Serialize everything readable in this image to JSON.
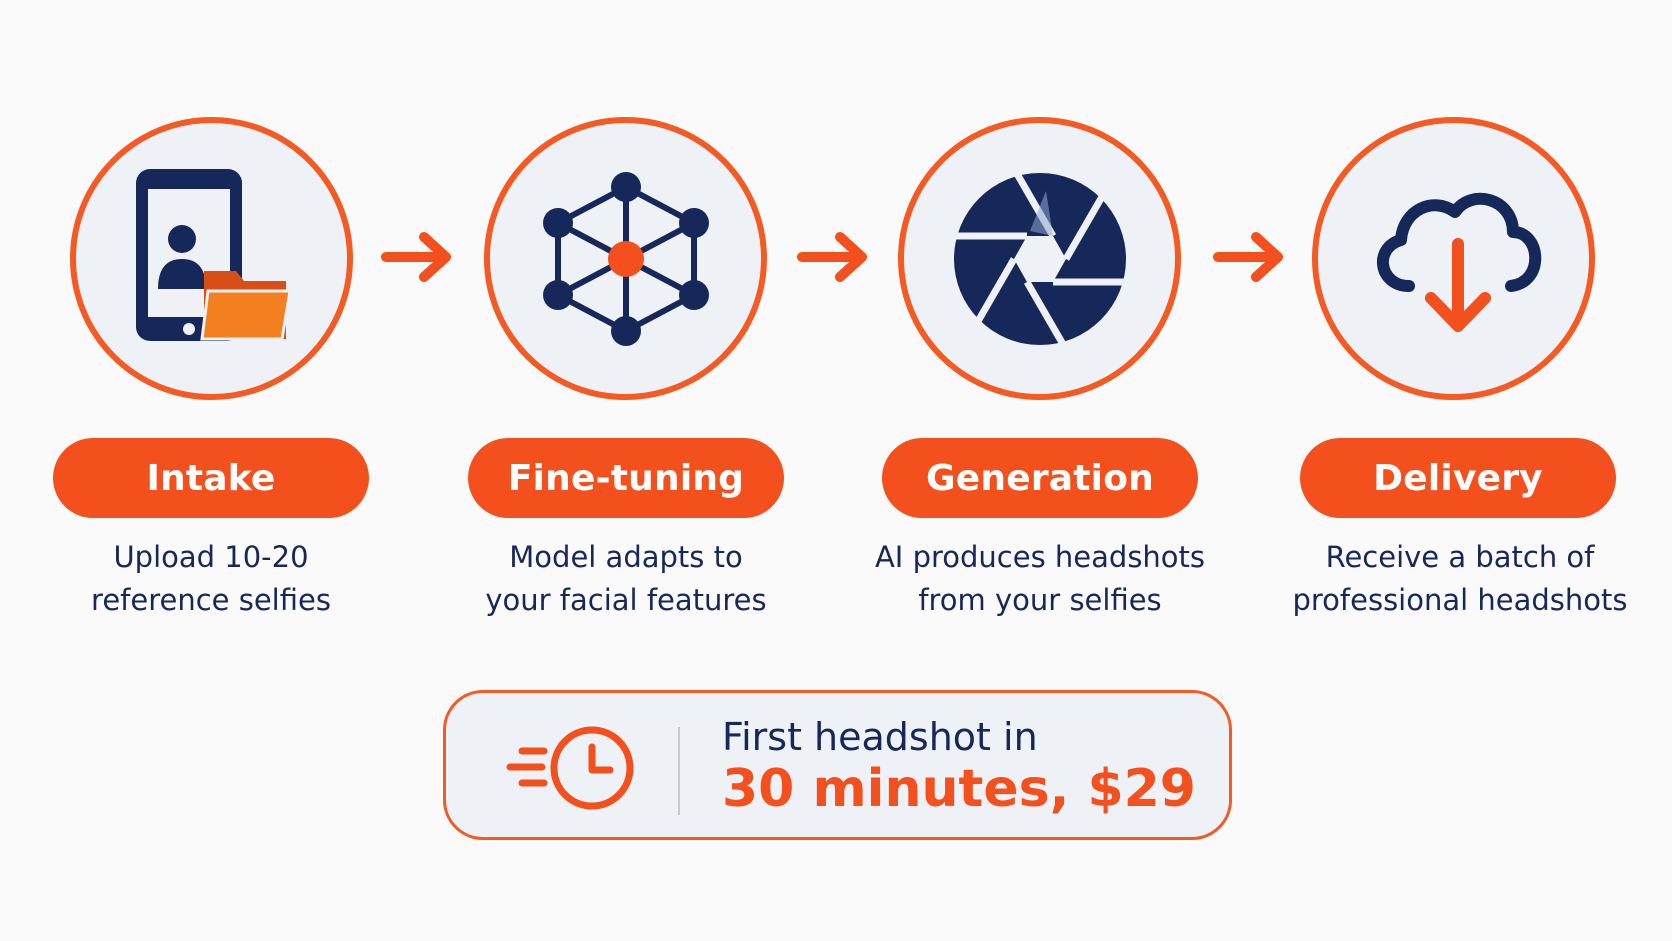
{
  "colors": {
    "accent": "#f4501e",
    "navy": "#16285a",
    "tile": "#eef1f6"
  },
  "steps": [
    {
      "title": "Intake",
      "description": [
        "Upload 10-20",
        "reference selfies"
      ],
      "icon": "phone-upload-icon"
    },
    {
      "title": "Fine-tuning",
      "description": [
        "Model adapts to",
        "your facial features"
      ],
      "icon": "neural-network-icon"
    },
    {
      "title": "Generation",
      "description": [
        "AI produces headshots",
        "from your selfies"
      ],
      "icon": "camera-aperture-icon"
    },
    {
      "title": "Delivery",
      "description": [
        "Receive a batch of",
        "professional headshots"
      ],
      "icon": "cloud-download-icon"
    }
  ],
  "banner": {
    "line1": "First headshot in",
    "line2": "30 minutes, $29",
    "icon": "fast-clock-icon"
  }
}
